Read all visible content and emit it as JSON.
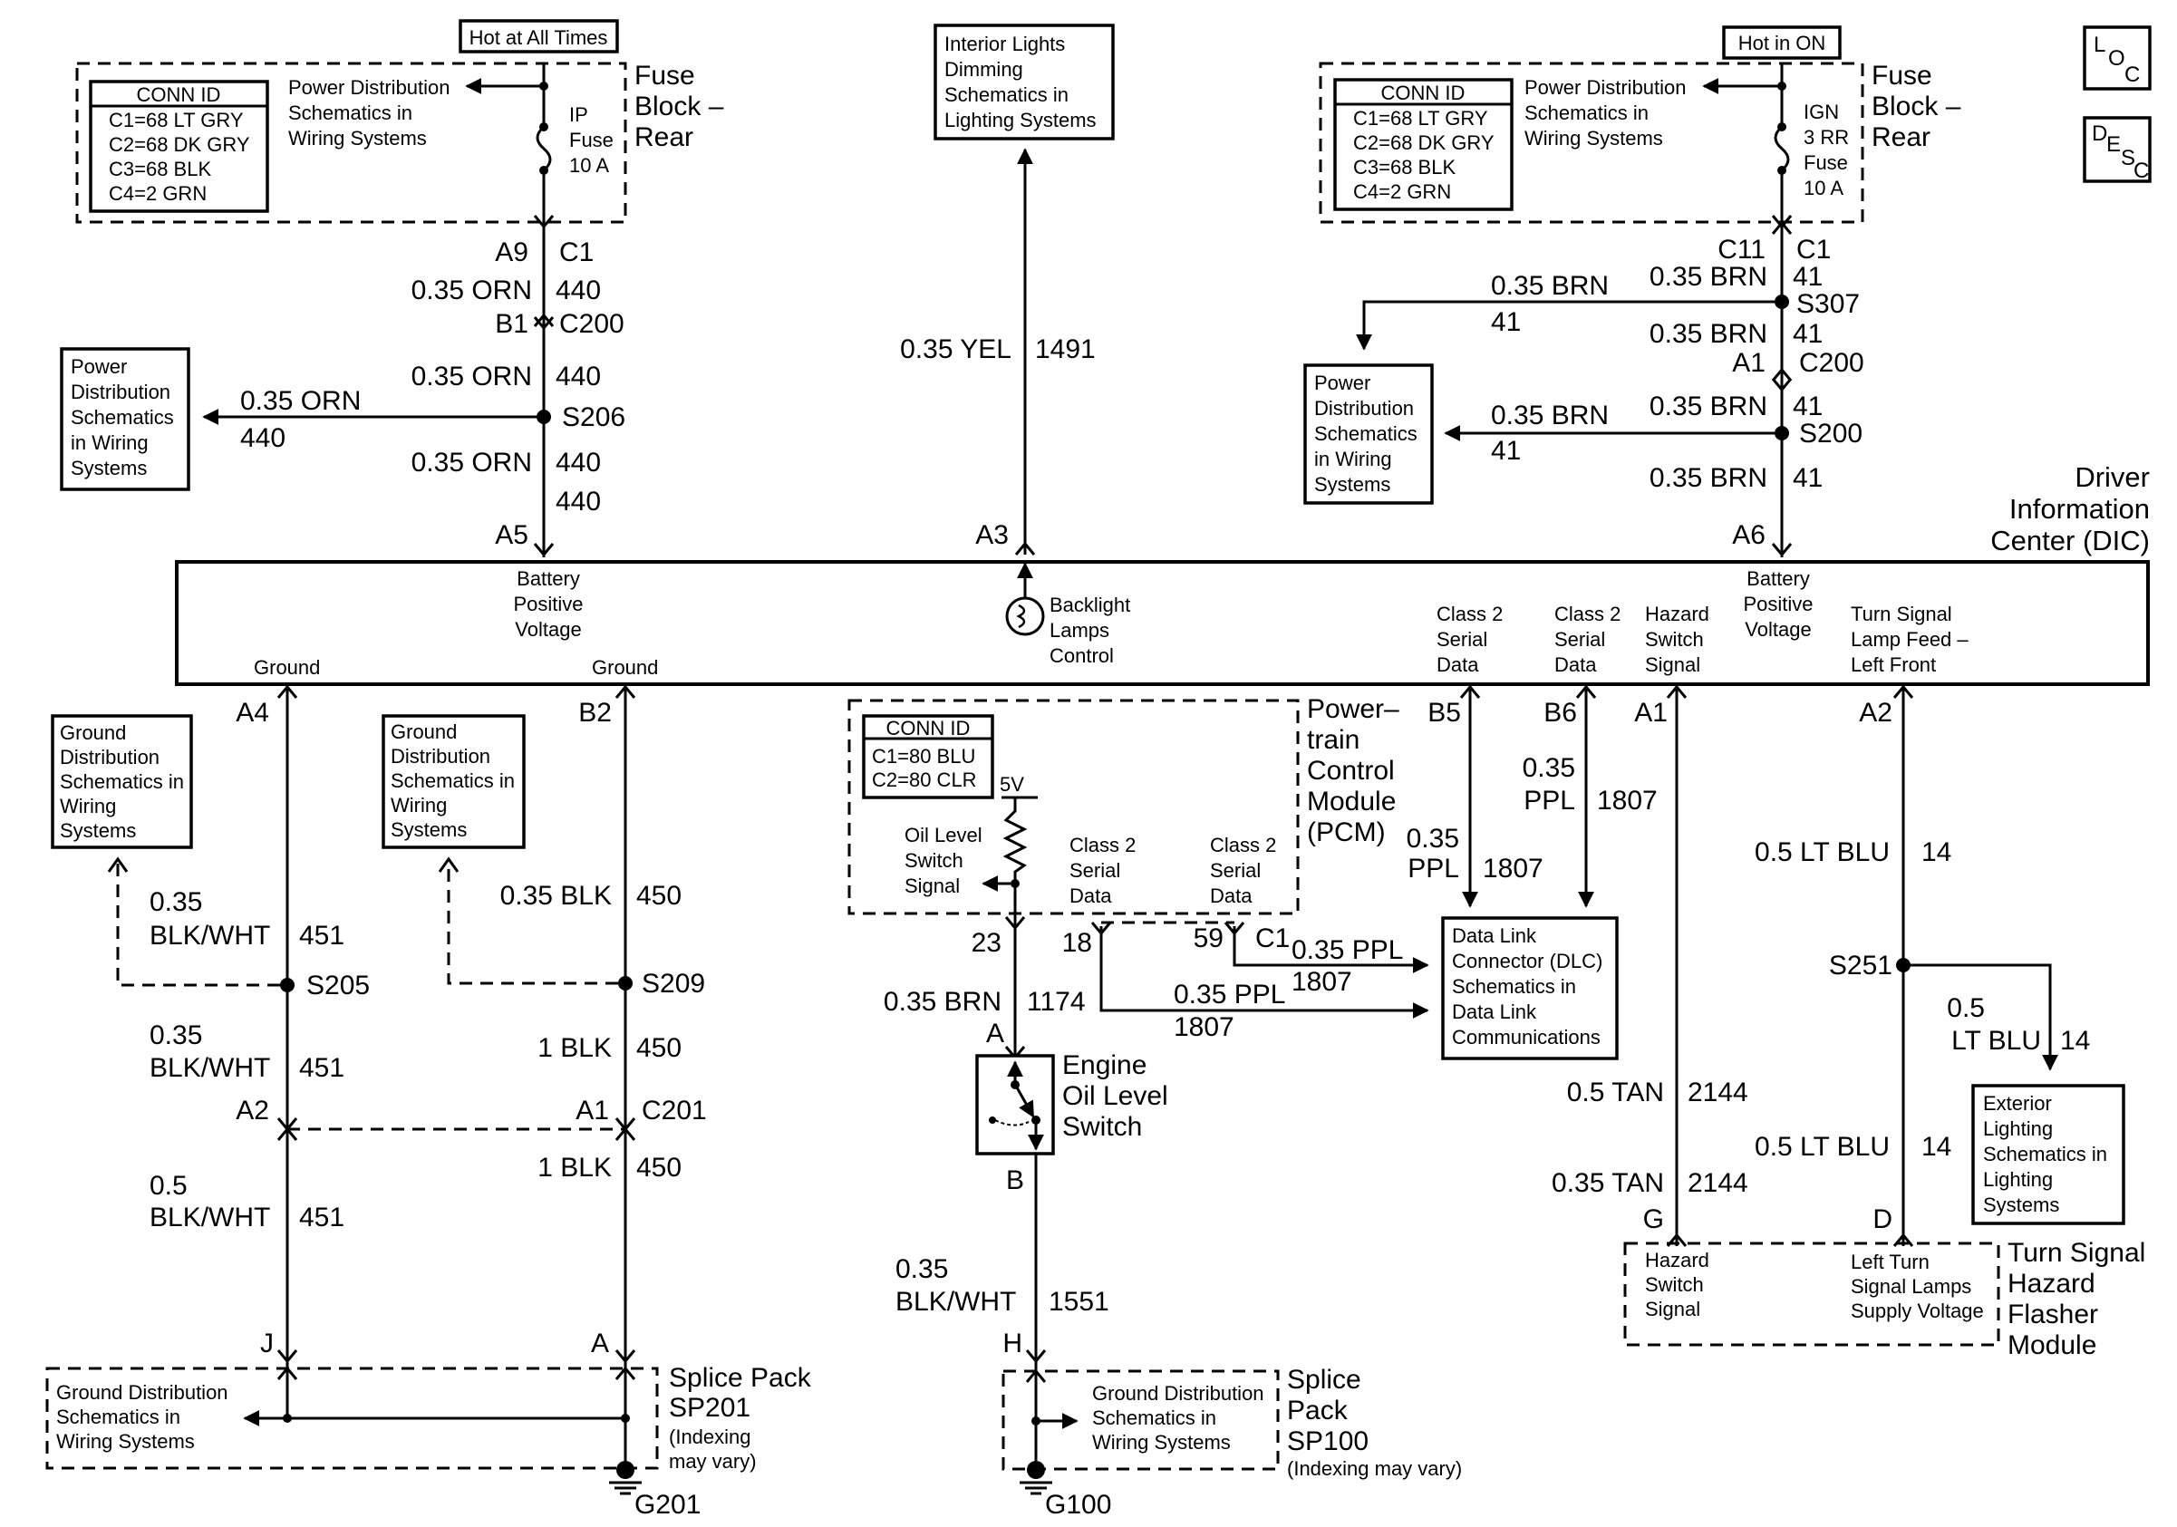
{
  "module": {
    "title": [
      "Driver",
      "Information",
      "Center (DIC)"
    ],
    "pins": {
      "gnd_a": "Ground",
      "gnd_b": "Ground",
      "batt_l": [
        "Battery",
        "Positive",
        "Voltage"
      ],
      "backlight": [
        "Backlight",
        "Lamps",
        "Control"
      ],
      "cls2_a": [
        "Class 2",
        "Serial",
        "Data"
      ],
      "cls2_b": [
        "Class 2",
        "Serial",
        "Data"
      ],
      "hazard": [
        "Hazard",
        "Switch",
        "Signal"
      ],
      "batt_r": [
        "Battery",
        "Positive",
        "Voltage"
      ],
      "turn": [
        "Turn Signal",
        "Lamp Feed –",
        "Left Front"
      ]
    }
  },
  "fuse_left": {
    "badge": "Hot at All Times",
    "title": [
      "Fuse",
      "Block –",
      "Rear"
    ],
    "conn_id": "CONN ID",
    "conn": [
      "C1=68 LT GRY",
      "C2=68 DK GRY",
      "C3=68 BLK",
      "C4=2 GRN"
    ],
    "ref": [
      "Power Distribution",
      "Schematics in",
      "Wiring Systems"
    ],
    "fuse": [
      "IP",
      "Fuse",
      "10 A"
    ]
  },
  "fuse_right": {
    "badge": "Hot in ON",
    "title": [
      "Fuse",
      "Block –",
      "Rear"
    ],
    "conn_id": "CONN ID",
    "conn": [
      "C1=68 LT GRY",
      "C2=68 DK GRY",
      "C3=68 BLK",
      "C4=2 GRN"
    ],
    "ref": [
      "Power Distribution",
      "Schematics in",
      "Wiring Systems"
    ],
    "fuse": [
      "IGN",
      "3 RR",
      "Fuse",
      "10 A"
    ]
  },
  "loc": [
    "L",
    "O",
    "C"
  ],
  "desc": [
    "D",
    "E",
    "S",
    "C"
  ],
  "refs": {
    "pd_left": [
      "Power",
      "Distribution",
      "Schematics",
      "in Wiring",
      "Systems"
    ],
    "pd_right": [
      "Power",
      "Distribution",
      "Schematics",
      "in Wiring",
      "Systems"
    ],
    "interior": [
      "Interior Lights",
      "Dimming",
      "Schematics in",
      "Lighting Systems"
    ],
    "gnd1": [
      "Ground",
      "Distribution",
      "Schematics in",
      "Wiring",
      "Systems"
    ],
    "gnd2": [
      "Ground",
      "Distribution",
      "Schematics in",
      "Wiring",
      "Systems"
    ],
    "dlc": [
      "Data Link",
      "Connector (DLC)",
      "Schematics in",
      "Data Link",
      "Communications"
    ],
    "ext": [
      "Exterior",
      "Lighting",
      "Schematics in",
      "Lighting",
      "Systems"
    ]
  },
  "pcm": {
    "title": [
      "Power–",
      "train",
      "Control",
      "Module",
      "(PCM)"
    ],
    "conn_id": "CONN ID",
    "conn": [
      "C1=80 BLU",
      "C2=80 CLR"
    ],
    "v5": "5V",
    "oil": [
      "Oil Level",
      "Switch",
      "Signal"
    ],
    "cls2_a": [
      "Class 2",
      "Serial",
      "Data"
    ],
    "cls2_b": [
      "Class 2",
      "Serial",
      "Data"
    ]
  },
  "oil_switch": {
    "title": [
      "Engine",
      "Oil Level",
      "Switch"
    ]
  },
  "flasher": {
    "title": [
      "Turn Signal",
      "Hazard",
      "Flasher",
      "Module"
    ],
    "haz": [
      "Hazard",
      "Switch",
      "Signal"
    ],
    "turn": [
      "Left Turn",
      "Signal Lamps",
      "Supply Voltage"
    ]
  },
  "splice201": {
    "title": [
      "Splice Pack",
      "SP201"
    ],
    "note": [
      "(Indexing",
      "may vary)"
    ],
    "ref": [
      "Ground Distribution",
      "Schematics in",
      "Wiring Systems"
    ]
  },
  "splice100": {
    "title": [
      "Splice",
      "Pack",
      "SP100"
    ],
    "note": "(Indexing may vary)",
    "ref": [
      "Ground Distribution",
      "Schematics in",
      "Wiring Systems"
    ]
  },
  "grounds": {
    "g201": "G201",
    "g100": "G100"
  },
  "labels": {
    "A9": "A9",
    "C1_l": "C1",
    "w_orn1": "0.35 ORN",
    "c440_1": "440",
    "B1": "B1",
    "C200_l": "C200",
    "w_orn2": "0.35 ORN",
    "c440_2": "440",
    "S206": "S206",
    "w_orn_b": "0.35 ORN",
    "c440_b": "440",
    "w_orn3": "0.35 ORN",
    "c440_3": "440",
    "c440_4": "440",
    "A5": "A5",
    "w_yel": "0.35 YEL",
    "c1491": "1491",
    "A3": "A3",
    "C11": "C11",
    "C1_r": "C1",
    "w_brn_t": "0.35 BRN",
    "c41_t": "41",
    "w_brn1": "0.35 BRN",
    "c41_1": "41",
    "S307": "S307",
    "w_brn2": "0.35 BRN",
    "c41_2": "41",
    "A1_r": "A1",
    "C200_r": "C200",
    "w_brn3": "0.35 BRN",
    "c41_3": "41",
    "S200": "S200",
    "w_brn_b": "0.35 BRN",
    "c41_b": "41",
    "w_brn4": "0.35 BRN",
    "c41_4": "41",
    "A6": "A6",
    "A4": "A4",
    "B2": "B2",
    "B5": "B5",
    "B6": "B6",
    "A1_dic": "A1",
    "A2_dic": "A2",
    "w_bw1a": "0.35",
    "w_bw1b": "BLK/WHT",
    "c451_1": "451",
    "S205": "S205",
    "w_bw2a": "0.35",
    "w_bw2b": "BLK/WHT",
    "c451_2": "451",
    "A2_c": "A2",
    "w_bw3a": "0.5",
    "w_bw3b": "BLK/WHT",
    "c451_3": "451",
    "J": "J",
    "w_blk1": "0.35 BLK",
    "c450_1": "450",
    "S209": "S209",
    "w_blk2": "1 BLK",
    "c450_2": "450",
    "A1_c": "A1",
    "C201": "C201",
    "w_blk3": "1 BLK",
    "c450_3": "450",
    "A_sp": "A",
    "p23": "23",
    "p18": "18",
    "p59": "59",
    "C1_p": "C1",
    "w_brn_p": "0.35 BRN",
    "c1174": "1174",
    "A_oil": "A",
    "B_oil": "B",
    "w_bw4a": "0.35",
    "w_bw4b": "BLK/WHT",
    "c1551": "1551",
    "H": "H",
    "w_ppl1": "0.35 PPL",
    "c1807_1": "1807",
    "w_ppl2": "0.35 PPL",
    "c1807_2": "1807",
    "w_ppl3a": "0.35",
    "w_ppl3b": "PPL",
    "c1807_3": "1807",
    "w_ppl4a": "0.35",
    "w_ppl4b": "PPL",
    "c1807_4": "1807",
    "w_tan1": "0.5 TAN",
    "c2144_1": "2144",
    "w_tan2": "0.35 TAN",
    "c2144_2": "2144",
    "G": "G",
    "w_blu1": "0.5 LT BLU",
    "c14_1": "14",
    "S251": "S251",
    "w_blu_ba": "0.5",
    "w_blu_bb": "LT BLU",
    "c14_b": "14",
    "w_blu2": "0.5 LT BLU",
    "c14_2": "14",
    "D": "D"
  }
}
